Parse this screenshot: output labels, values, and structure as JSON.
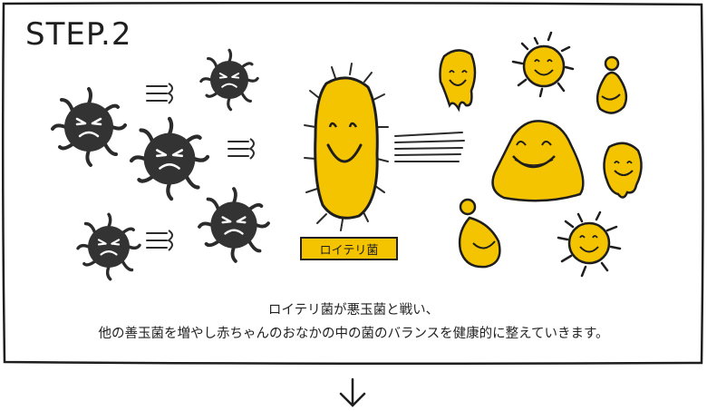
{
  "step_title": "STEP.2",
  "label": "ロイテリ菌",
  "caption": {
    "line1": "ロイテリ菌が悪玉菌と戦い、",
    "line2": "他の善玉菌を増やし赤ちゃんのおなかの中の菌のバランスを健康的に整えていきます。"
  },
  "colors": {
    "good": "#f5c400",
    "bad": "#333333",
    "line": "#1e1e1e"
  },
  "icons": [
    "bad-bacteria-icon",
    "reuteri-bacteria-icon",
    "good-bacteria-icon",
    "down-arrow-icon"
  ]
}
